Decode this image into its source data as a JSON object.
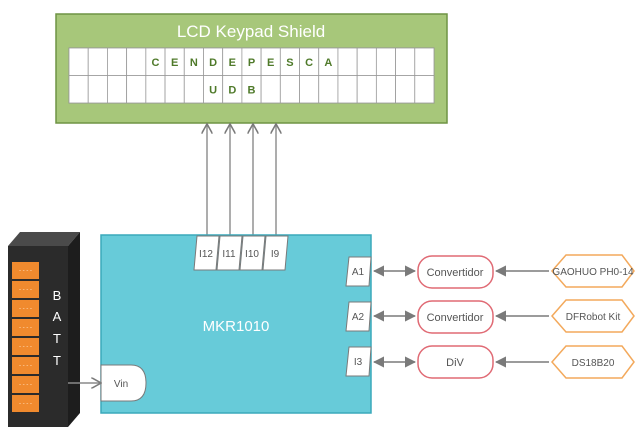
{
  "lcd": {
    "title": "LCD Keypad Shield",
    "row1": [
      "",
      "",
      "",
      "",
      "C",
      "E",
      "N",
      "D",
      "E",
      "P",
      "E",
      "S",
      "C",
      "A",
      "",
      "",
      "",
      "",
      ""
    ],
    "row2": [
      "",
      "",
      "",
      "",
      "",
      "",
      "",
      "U",
      "D",
      "B",
      "",
      "",
      "",
      "",
      "",
      "",
      "",
      "",
      ""
    ]
  },
  "board": {
    "name": "MKR1010",
    "pins_top": [
      "I12",
      "I11",
      "I10",
      "I9"
    ],
    "pins_right": [
      "A1",
      "A2",
      "I3"
    ],
    "power_pin": "Vin"
  },
  "battery": {
    "letters": [
      "B",
      "A",
      "T",
      "T"
    ],
    "cell_label": "----",
    "cell_count": 8
  },
  "modules": [
    "Convertidor",
    "Convertidor",
    "DiV"
  ],
  "sensors": [
    "GAOHUO PH0-14",
    "DFRobot Kit",
    "DS18B20"
  ],
  "colors": {
    "lcd_fill": "#a7c77a",
    "lcd_border": "#6f9444",
    "board_fill": "#67cbd9",
    "board_border": "#3aa9bb",
    "module_border": "#e06a74",
    "sensor_border": "#f3a95c",
    "battery_dark": "#2b2b2b",
    "battery_cell": "#f08a2e",
    "arrow": "#8a8a8a"
  }
}
